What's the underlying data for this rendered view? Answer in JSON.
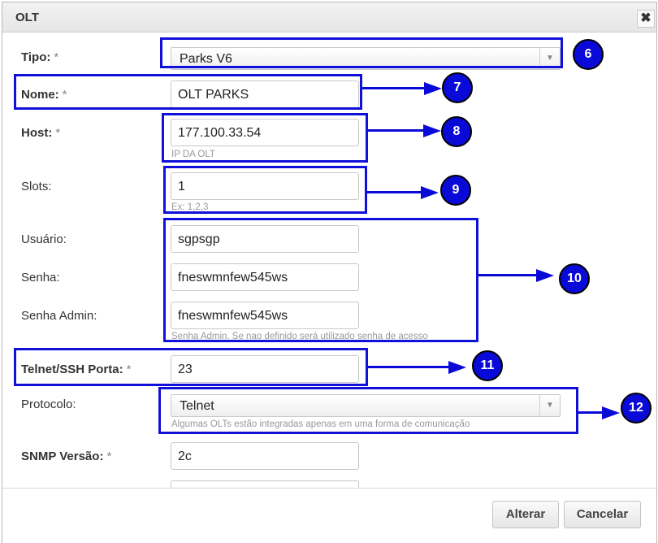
{
  "dialog": {
    "title": "OLT",
    "close_glyph": "✖"
  },
  "fields": {
    "tipo": {
      "label": "Tipo:",
      "required": "*",
      "value": "Parks V6"
    },
    "nome": {
      "label": "Nome:",
      "required": "*",
      "value": "OLT PARKS"
    },
    "host": {
      "label": "Host:",
      "required": "*",
      "value": "177.100.33.54",
      "hint": "IP DA OLT"
    },
    "slots": {
      "label": "Slots:",
      "value": "1",
      "hint": "Ex: 1,2,3"
    },
    "usuario": {
      "label": "Usuário:",
      "value": "sgpsgp"
    },
    "senha": {
      "label": "Senha:",
      "value": "fneswmnfew545ws"
    },
    "senha_admin": {
      "label": "Senha Admin:",
      "value": "fneswmnfew545ws",
      "hint": "Senha Admin. Se nao definido será utilizado senha de acesso"
    },
    "porta": {
      "label": "Telnet/SSH Porta:",
      "required": "*",
      "value": "23"
    },
    "protocolo": {
      "label": "Protocolo:",
      "value": "Telnet",
      "hint": "Algumas OLTs estão integradas apenas em uma forma de comunicação"
    },
    "snmp": {
      "label": "SNMP Versão:",
      "required": "*",
      "value": "2c"
    }
  },
  "annotations": {
    "n6": "6",
    "n7": "7",
    "n8": "8",
    "n9": "9",
    "n10": "10",
    "n11": "11",
    "n12": "12"
  },
  "footer": {
    "save_label": "Alterar",
    "cancel_label": "Cancelar"
  },
  "colors": {
    "annotation": "#0a0ad8"
  },
  "icons": {
    "dropdown": "triangle-down-icon",
    "close": "close-icon"
  }
}
